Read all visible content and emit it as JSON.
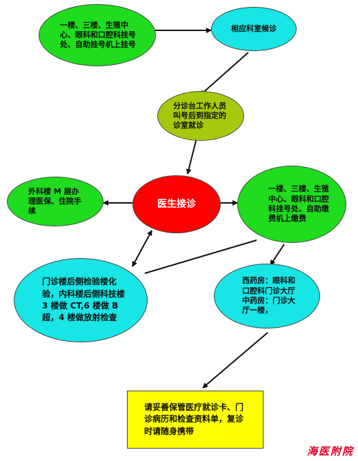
{
  "colors": {
    "green": "#1fdc1f",
    "cyan": "#18e5e5",
    "olive": "#a5c90f",
    "red": "#ff0000",
    "yellow": "#ffff00",
    "arrow": "#111111",
    "footer": "#e00024"
  },
  "nodes": {
    "registration": "一楼、三楼、生殖中心、眼科和口腔科挂号处、自助挂号机上挂号",
    "waiting_room": "相应科室候诊",
    "triage_call": "分诊台工作人员叫号后到指定的诊室就诊",
    "doctor_visit": "医生接诊",
    "insurance": "外科楼 M 层办理医保、住院手续",
    "payment": "一楼、三楼、生殖中心、眼科和口腔科挂号处、自助缴费机上缴费",
    "exams": "门诊楼后侧检验楼化验，内科楼后侧科技楼 3 楼做 CT,6 楼做 B 超，4 楼做放射检查",
    "pharmacy_line1": "西药房：眼科和口腔科门诊大厅",
    "pharmacy_line2": "中药房：门诊大厅一楼，",
    "reminder": "请妥善保管医疗就诊卡、门诊病历和检查资料单，复诊时请随身携带"
  },
  "footer": "海医附院"
}
